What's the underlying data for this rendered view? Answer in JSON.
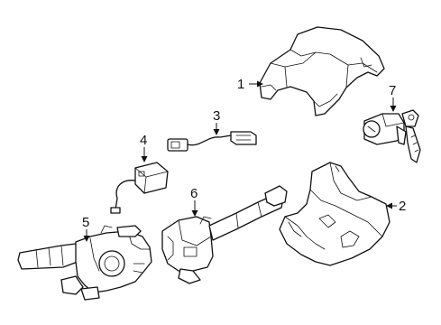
{
  "callouts": [
    {
      "id": "1",
      "label": "1"
    },
    {
      "id": "2",
      "label": "2"
    },
    {
      "id": "3",
      "label": "3"
    },
    {
      "id": "4",
      "label": "4"
    },
    {
      "id": "5",
      "label": "5"
    },
    {
      "id": "6",
      "label": "6"
    },
    {
      "id": "7",
      "label": "7"
    }
  ],
  "parts": {
    "p1": "upper-column-cover",
    "p2": "lower-column-cover",
    "p3": "sensor-with-lead",
    "p4": "relay-with-connector",
    "p5": "turn-signal-combination-switch",
    "p6": "wiper-switch",
    "p7": "ignition-lock-cylinder-with-keys"
  }
}
